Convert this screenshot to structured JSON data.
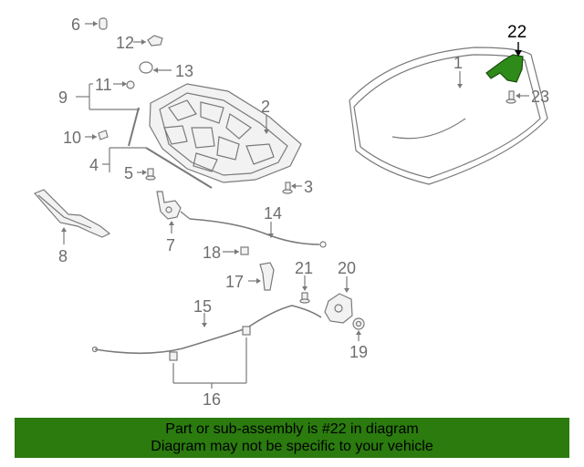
{
  "diagram": {
    "callouts": {
      "c1": "1",
      "c2": "2",
      "c3": "3",
      "c4": "4",
      "c5": "5",
      "c6": "6",
      "c7": "7",
      "c8": "8",
      "c9": "9",
      "c10": "10",
      "c11": "11",
      "c12": "12",
      "c13": "13",
      "c14": "14",
      "c15": "15",
      "c16": "16",
      "c17": "17",
      "c18": "18",
      "c19": "19",
      "c20": "20",
      "c21": "21",
      "c22": "22",
      "c23": "23"
    },
    "highlighted_part": "22",
    "highlight_color": "#2e8b1a"
  },
  "footer": {
    "line1": "Part or sub-assembly is #22 in diagram",
    "line2": "Diagram may not be specific to your vehicle",
    "background_color": "#2b7b0e"
  }
}
